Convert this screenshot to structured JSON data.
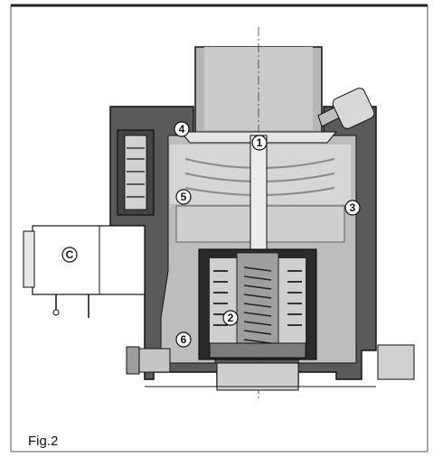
{
  "figure": {
    "caption": "Fig.2",
    "callouts": [
      {
        "id": "1",
        "text": "1"
      },
      {
        "id": "2",
        "text": "2"
      },
      {
        "id": "3",
        "text": "3"
      },
      {
        "id": "4",
        "text": "4"
      },
      {
        "id": "5",
        "text": "5"
      },
      {
        "id": "6",
        "text": "6"
      },
      {
        "id": "C",
        "text": "C"
      }
    ]
  }
}
